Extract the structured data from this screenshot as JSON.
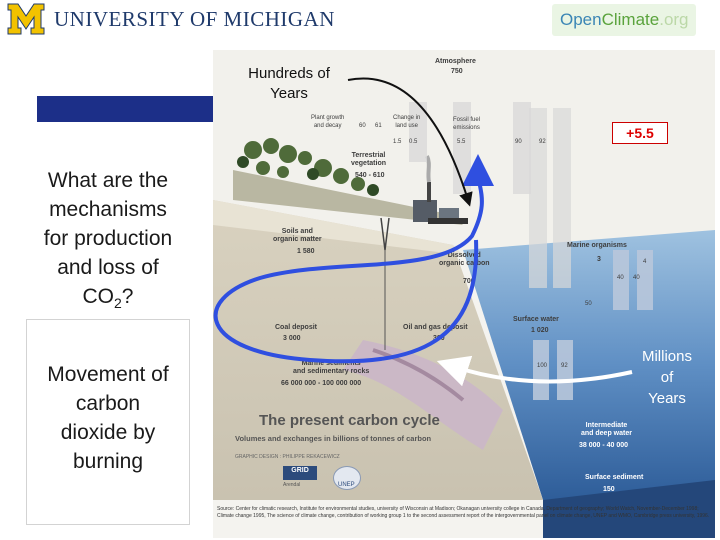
{
  "header": {
    "university": "UNIVERSITY OF MICHIGAN",
    "openclimate": {
      "open": "Open",
      "climate": "Climate",
      "org": ".org"
    }
  },
  "left": {
    "question": [
      "What are the",
      "mechanisms",
      "for production",
      "and loss of",
      "CO",
      "2",
      "?"
    ],
    "answer": [
      "Movement of",
      "carbon",
      "dioxide by",
      "burning"
    ]
  },
  "overlay": {
    "hundreds": [
      "Hundreds of",
      "Years"
    ],
    "change": "+5.5",
    "millions": [
      "Millions",
      "of",
      "Years"
    ]
  },
  "figure": {
    "atmosphere_label": "Atmosphere",
    "atmosphere_value": "750",
    "plant_growth": [
      "Plant growth",
      "and decay"
    ],
    "change_land": [
      "Change in",
      "land use"
    ],
    "fossil_emissions": [
      "Fossil fuel",
      "emissions"
    ],
    "flux_60": "60",
    "flux_61": "61",
    "flux_15": "1.5",
    "flux_05": "0.5",
    "flux_55": "5.5",
    "flux_90": "90",
    "flux_92": "92",
    "terrestrial": [
      "Terrestrial",
      "vegetation"
    ],
    "terrestrial_value": "540 - 610",
    "soils": [
      "Soils and",
      "organic matter"
    ],
    "soils_value": "1 580",
    "dissolved": [
      "Dissolved",
      "organic carbon"
    ],
    "dissolved_value": "700",
    "marine_organisms": "Marine organisms",
    "marine_value": "3",
    "flux_40a": "40",
    "flux_40b": "40",
    "flux_50": "50",
    "flux_4": "4",
    "surface_water": "Surface water",
    "surface_water_value": "1 020",
    "coal": "Coal deposit",
    "coal_value": "3 000",
    "oil_gas": "Oil and gas deposit",
    "oil_gas_value": "300",
    "marine_sediments": [
      "Marine sediments",
      "and sedimentary rocks"
    ],
    "marine_sediments_value": "66 000 000 - 100 000 000",
    "flux_100": "100",
    "flux_92b": "92",
    "intermediate": [
      "Intermediate",
      "and deep water"
    ],
    "intermediate_value": "38 000 - 40 000",
    "surface_sediment": "Surface sediment",
    "surface_sediment_value": "150",
    "title": "The present carbon cycle",
    "subtitle": "Volumes and exchanges in billions of tonnes of carbon",
    "credit": "GRAPHIC DESIGN : PHILIPPE REKACEWICZ",
    "grid_logo": "GRID",
    "grid_sub": "Arendal",
    "unep": "UNEP",
    "source": "Source: Center for climatic research, Institute for environmental studies, university of Wisconsin at Madison; Okanagan university college in Canada, Department of geography; World Watch, November-December 1998; Climate change 1995, The science of climate change, contribution of working group 1 to the second assessment report of the intergovernmental panel on climate change, UNEP and WMO, Cambridge press university, 1996."
  },
  "colors": {
    "blue_bar": "#1c2f88",
    "overlay_arrow": "#2f4fe0",
    "change_red": "#d00000",
    "ocean_top": "#8cb3d6",
    "ocean_deep": "#2e5d99"
  },
  "icons": [
    "university-logo-icon",
    "openclimate-logo-icon",
    "grid-arendal-logo-icon",
    "unep-logo-icon"
  ]
}
